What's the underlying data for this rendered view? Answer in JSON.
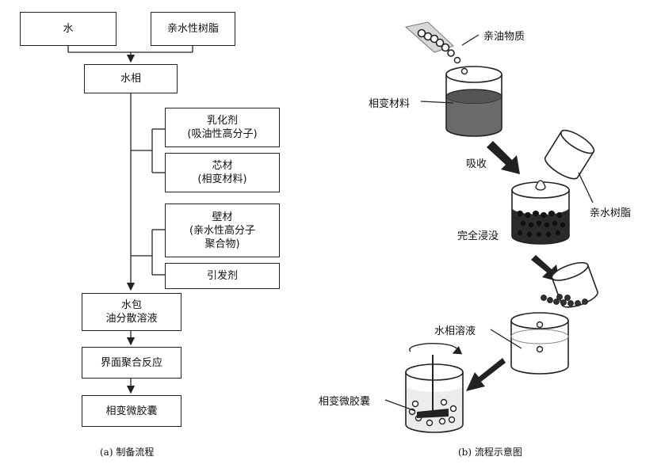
{
  "flowchart": {
    "water": "水",
    "hydrophilic_resin": "亲水性树脂",
    "water_phase": "水相",
    "emulsifier": "乳化剂\n(吸油性高分子)",
    "core_material": "芯材\n(相变材料)",
    "wall_material": "壁材\n(亲水性高分子\n聚合物)",
    "initiator": "引发剂",
    "dispersion": "水包\n油分散溶液",
    "interfacial_polymerization": "界面聚合反应",
    "microcapsule": "相变微胶囊",
    "caption": "(a) 制备流程"
  },
  "schematic": {
    "lipophilic_substance": "亲油物质",
    "pcm": "相变材料",
    "absorb": "吸收",
    "hydrophilic_resin": "亲水树脂",
    "fully_immersed": "完全浸没",
    "water_phase_solution": "水相溶液",
    "pcm_microcapsule": "相变微胶囊",
    "caption": "(b) 流程示意图"
  }
}
